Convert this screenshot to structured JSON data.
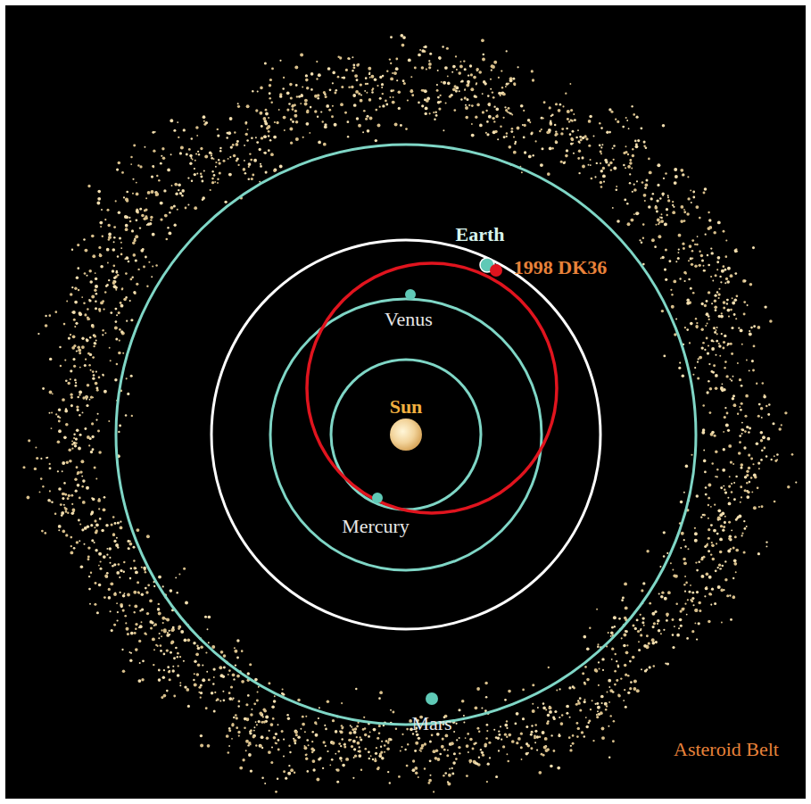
{
  "diagram": {
    "labels": [
      "Earth",
      "1998 DK36",
      "Venus",
      "Sun",
      "Mercury",
      "Mars",
      "Asteroid Belt"
    ]
  }
}
